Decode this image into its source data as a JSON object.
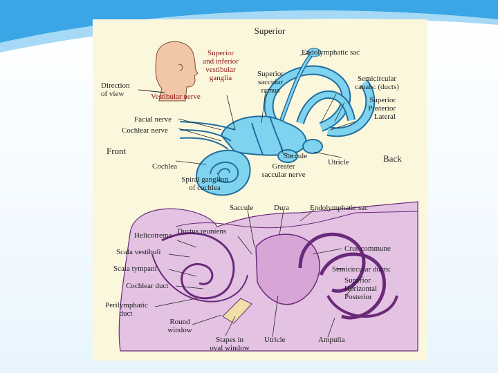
{
  "colors": {
    "background_swoosh": "#3aa6e6",
    "panel": "#fbf7dd",
    "inner_ear_fill": "#7fd3ef",
    "inner_ear_stroke": "#1f6f9e",
    "tissue_fill": "#d8a6d6",
    "tissue_stroke": "#6a2a7a",
    "head_fill": "#f2c7a8",
    "red_label": "#8b1010"
  },
  "upper_diagram": {
    "superior": "Superior",
    "direction_of_view": "Direction\nof view",
    "superior_inferior_ganglia": "Superior\nand inferior\nvestibular\nganglia",
    "vestibular_nerve": "Vestibular nerve",
    "endolymphatic_sac": "Endolymphatic sac",
    "superior_saccular_ramus": "Superior\nsaccular\nramus",
    "semicircular_canals": "Semicircular\ncanals: (ducts)",
    "canal_names": "Superior\nPosterior\nLateral",
    "facial_nerve": "Facial nerve",
    "cochlear_nerve": "Cochlear nerve",
    "front": "Front",
    "cochlea": "Cochlea",
    "saccule": "Saccule",
    "greater_saccular_nerve": "Greater\nsaccular nerve",
    "utricle": "Utricle",
    "back": "Back",
    "spiral_ganglion": "Spiral ganglion\nof cochlea"
  },
  "lower_diagram": {
    "saccule": "Saccule",
    "dura": "Dura",
    "endolymphatic_sac": "Endolymphatic sac",
    "helicotrema": "Helicotrema",
    "ductus_reuniens": "Ductus reuniens",
    "crus_commune": "Crus commune",
    "scala_vestibuli": "Scala vestibuli",
    "scala_tympani": "Scala tympani",
    "semicircular_ducts": "Semicircular ducts:",
    "duct_names": "Superior\nHorizontal\nPosterior",
    "cochlear_duct": "Cochlear duct",
    "perilymphatic_duct": "Perilymphatic\nduct",
    "round_window": "Round\nwindow",
    "stapes_oval_window": "Stapes in\noval window",
    "utricle": "Utricle",
    "ampulla": "Ampulla"
  }
}
